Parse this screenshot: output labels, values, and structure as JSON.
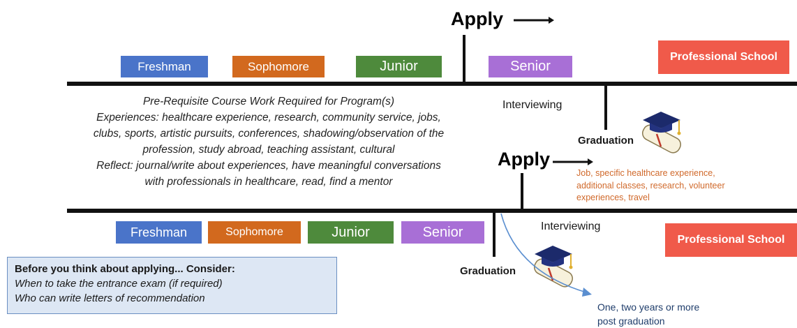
{
  "top": {
    "apply": "Apply",
    "stages": [
      "Freshman",
      "Sophomore",
      "Junior",
      "Senior"
    ],
    "professional_school": "Professional School",
    "interviewing": "Interviewing",
    "graduation": "Graduation"
  },
  "middle": {
    "prereq_title": "Pre-Requisite Course Work Required for Program(s)",
    "experiences_lead": "Experiences:",
    "experiences_text_1": " healthcare experience, research, community service, jobs,",
    "experiences_text_2": "clubs, sports, artistic pursuits, conferences, shadowing/observation of the",
    "experiences_text_3": "profession, study abroad, teaching assistant, cultural",
    "reflect_lead": "Reflect:",
    "reflect_text_1": " journal/write about experiences, have meaningful conversations",
    "reflect_text_2": "with professionals in healthcare, read, find a mentor",
    "apply": "Apply",
    "gap_text_1": "Job, specific healthcare experience,",
    "gap_text_2": "additional classes, research, volunteer",
    "gap_text_3": "experiences, travel"
  },
  "bottom": {
    "stages": [
      "Freshman",
      "Sophomore",
      "Junior",
      "Senior"
    ],
    "professional_school": "Professional School",
    "interviewing": "Interviewing",
    "graduation": "Graduation",
    "post_grad_1": "One, two years or more",
    "post_grad_2": "post graduation"
  },
  "consider": {
    "heading": "Before you think about applying... Consider:",
    "line_1": "When to take the entrance exam (if required)",
    "line_2": "Who can write letters of recommendation"
  },
  "colors": {
    "freshman": "#4a74c9",
    "sophomore": "#d2691e",
    "junior": "#4e8a3c",
    "senior": "#a86fd6",
    "professional": "#f05a4a",
    "gap_text": "#d0692b",
    "post_grad_text": "#1f3d6b",
    "arrow": "#5b8fd0"
  },
  "icons": [
    "graduation-cap-diploma-icon"
  ]
}
